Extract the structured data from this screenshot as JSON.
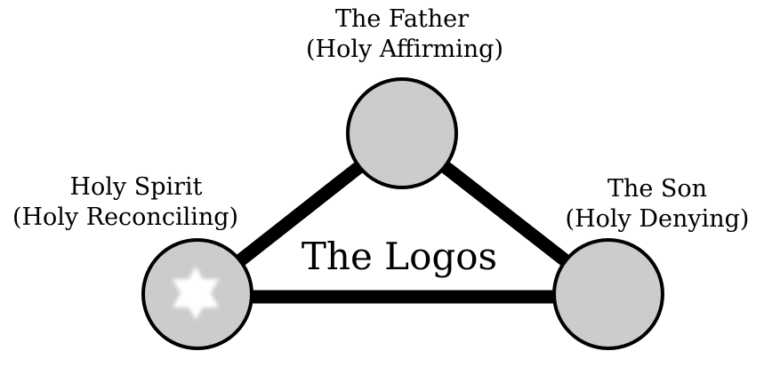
{
  "diagram": {
    "center_label": "The Logos",
    "nodes": [
      {
        "id": "father",
        "line1": "The Father",
        "line2": "(Holy Affirming)"
      },
      {
        "id": "son",
        "line1": "The Son",
        "line2": "(Holy Denying)"
      },
      {
        "id": "spirit",
        "line1": "Holy Spirit",
        "line2": "(Holy Reconciling)"
      }
    ],
    "edges": [
      {
        "from": "father",
        "to": "spirit"
      },
      {
        "from": "father",
        "to": "son"
      },
      {
        "from": "spirit",
        "to": "son"
      }
    ],
    "spirit_symbol": "star-of-david-icon",
    "colors": {
      "node_fill": "#cccccc",
      "node_stroke": "#000000",
      "edge": "#000000",
      "symbol": "#ffffff"
    }
  }
}
